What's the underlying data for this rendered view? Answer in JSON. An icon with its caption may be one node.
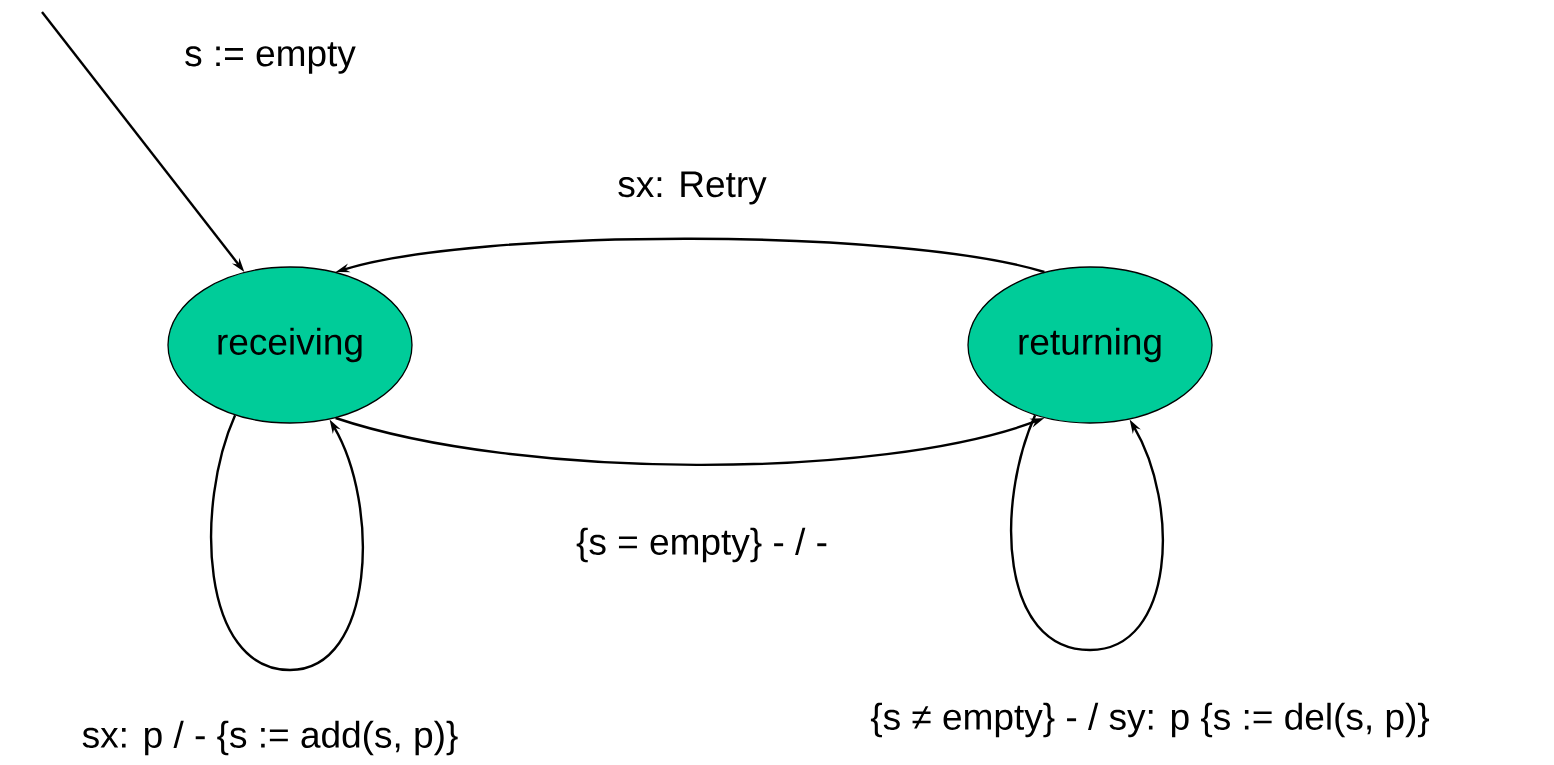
{
  "diagram": {
    "nodes": [
      {
        "text": [
          "receiving"
        ]
      },
      {
        "text": [
          "returning"
        ]
      }
    ],
    "edges": [
      {
        "from": null,
        "to": 0,
        "arrow": "to",
        "label": "s := empty"
      },
      {
        "from": 1,
        "to": 0,
        "arrow": "to",
        "label": "sx: Retry"
      },
      {
        "from": 0,
        "to": 1,
        "arrow": "to",
        "label": "{s = empty} - / -"
      },
      {
        "from": 0,
        "to": 0,
        "arrow": "to",
        "label": "sx: p / - {s := add(s, p)}"
      },
      {
        "from": 1,
        "to": 1,
        "arrow": "to",
        "label": "{s ≠ empty} - / sy: p {s := del(s, p)}"
      }
    ]
  }
}
